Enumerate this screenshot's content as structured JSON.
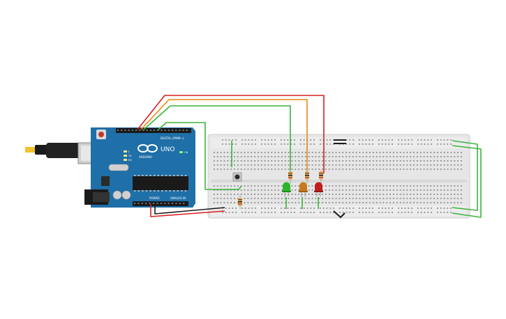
{
  "arduino": {
    "logo_text": "ARDUINO",
    "model": "UNO",
    "digital_label": "DIGITAL (PWM~)",
    "power_label": "POWER",
    "analog_label": "ANALOG IN",
    "tx_label": "TX",
    "rx_label": "RX",
    "l_label": "L",
    "on_label": "ON"
  },
  "colors": {
    "board": "#1f6fa8",
    "board_dark": "#17598a",
    "breadboard": "#e9e9e9",
    "wire_red": "#d81f1f",
    "wire_orange": "#e8890c",
    "wire_green": "#3cb43c",
    "wire_black": "#1a1a1a",
    "led_green": "#2bb52b",
    "led_orange": "#c77a1c",
    "led_red": "#c21d1d"
  },
  "components": {
    "leds": [
      "green-led",
      "orange-led",
      "red-led"
    ],
    "button": "push-button",
    "resistors": 4
  }
}
